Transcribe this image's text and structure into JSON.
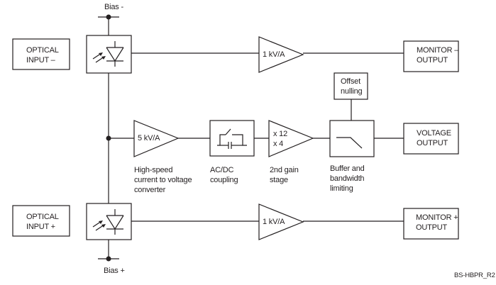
{
  "title": "BS-HBPR_R2",
  "figure_id": "BS-HBPR_R2",
  "bias": {
    "negative": "Bias -",
    "positive": "Bias +"
  },
  "inputs": {
    "optical_neg": [
      "OPTICAL",
      "INPUT –"
    ],
    "optical_pos": [
      "OPTICAL",
      "INPUT +"
    ]
  },
  "amplifiers": {
    "monitor_neg_gain": "1 kV/A",
    "monitor_pos_gain": "1 kV/A",
    "tia_gain": "5 kV/A",
    "second_gain": [
      "x 12",
      "x 4"
    ]
  },
  "outputs": {
    "monitor_neg": [
      "MONITOR –",
      "OUTPUT"
    ],
    "voltage": [
      "VOLTAGE",
      "OUTPUT"
    ],
    "monitor_pos": [
      "MONITOR +",
      "OUTPUT"
    ]
  },
  "offset": [
    "Offset",
    "nulling"
  ],
  "captions": {
    "tia": [
      "High-speed",
      "current to voltage",
      "converter"
    ],
    "coupling": [
      "AC/DC",
      "coupling"
    ],
    "gain": [
      "2nd gain",
      "stage"
    ],
    "buffer": [
      "Buffer and",
      "bandwidth",
      "limiting"
    ]
  },
  "icons": {
    "photodiode": "photodiode-icon",
    "switch": "ac-dc-switch-icon",
    "lowpass": "lowpass-filter-icon"
  }
}
